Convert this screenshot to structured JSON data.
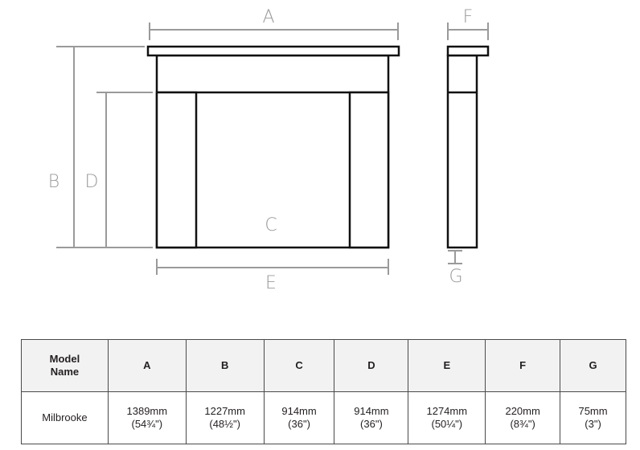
{
  "diagram": {
    "labels": {
      "A": "A",
      "B": "B",
      "C": "C",
      "D": "D",
      "E": "E",
      "F": "F",
      "G": "G"
    }
  },
  "table": {
    "headers": [
      "Model Name",
      "A",
      "B",
      "C",
      "D",
      "E",
      "F",
      "G"
    ],
    "rows": [
      {
        "model": "Milbrooke",
        "values": [
          {
            "mm": "1389mm",
            "in": "(54¾\")"
          },
          {
            "mm": "1227mm",
            "in": "(48½\")"
          },
          {
            "mm": "914mm",
            "in": "(36\")"
          },
          {
            "mm": "914mm",
            "in": "(36\")"
          },
          {
            "mm": "1274mm",
            "in": "(50¼\")"
          },
          {
            "mm": "220mm",
            "in": "(8¾\")"
          },
          {
            "mm": "75mm",
            "in": "(3\")"
          }
        ]
      }
    ]
  }
}
